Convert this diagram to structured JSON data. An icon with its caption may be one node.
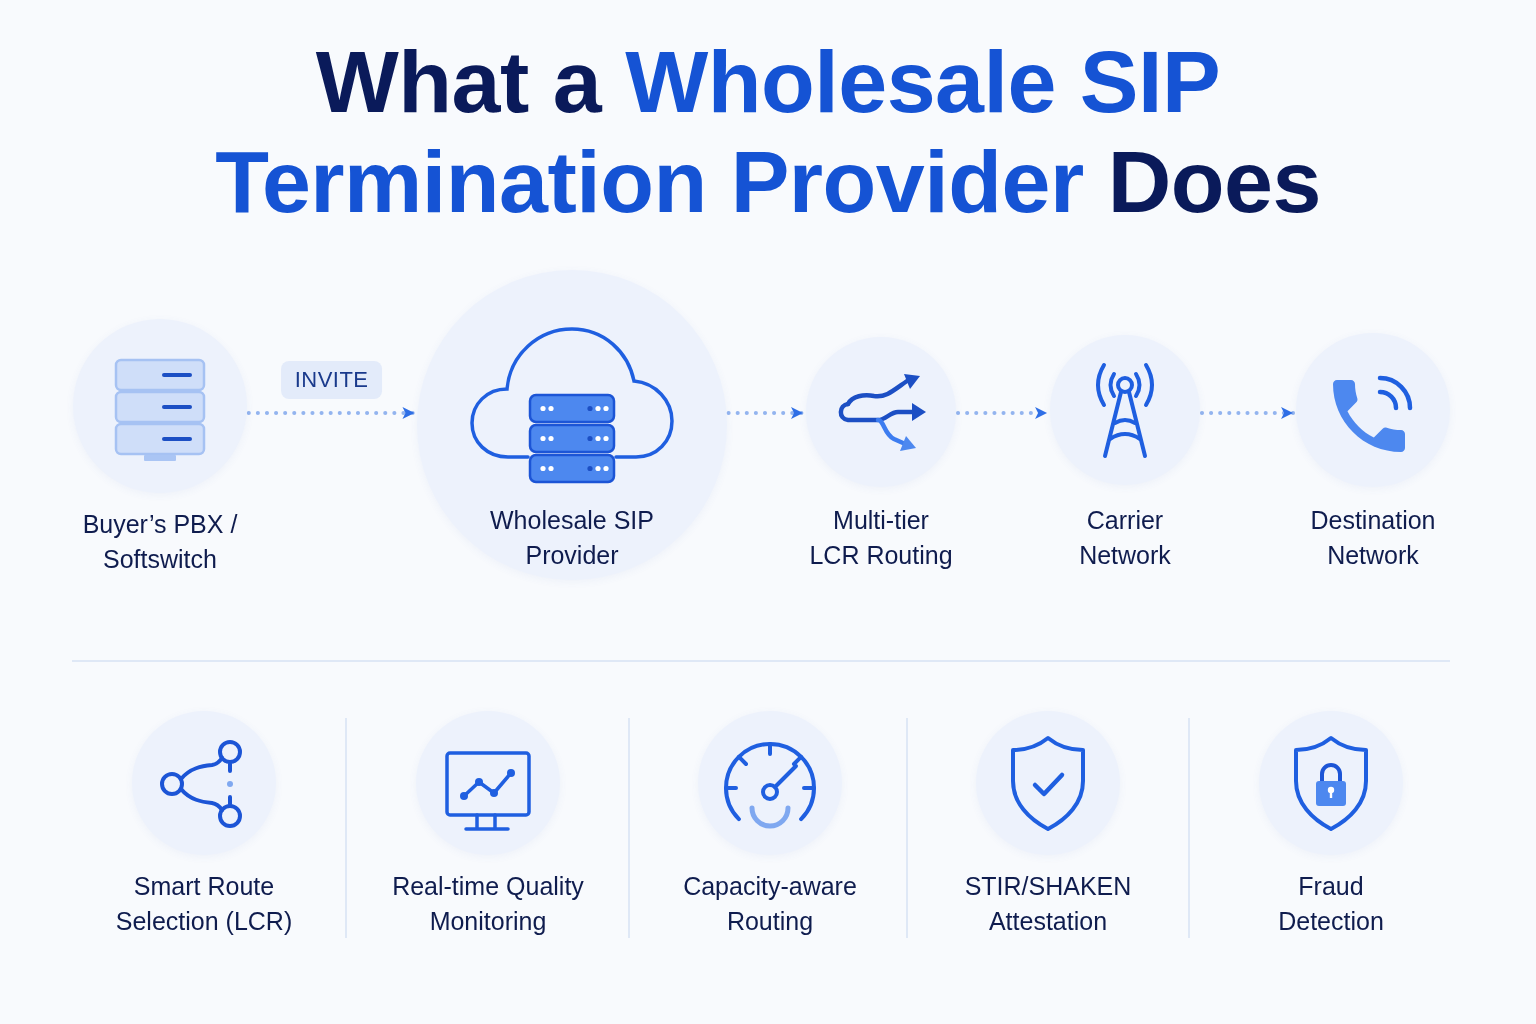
{
  "diagram": {
    "title": "What a **Wholesale SIP Termination Provider** Does",
    "nodes": [
      {
        "text": [
          "Buyer’s PBX / Softswitch"
        ]
      },
      {
        "text": [
          "Wholesale SIP Provider"
        ]
      },
      {
        "text": [
          "Multi-tier LCR Routing"
        ]
      },
      {
        "text": [
          "Carrier Network"
        ]
      },
      {
        "text": [
          "Destination Network"
        ]
      },
      {
        "text": [
          "Smart Route Selection (LCR)"
        ]
      },
      {
        "text": [
          "Real-time Quality Monitoring"
        ]
      },
      {
        "text": [
          "Capacity-aware Routing"
        ]
      },
      {
        "text": [
          "STIR/SHAKEN Attestation"
        ]
      },
      {
        "text": [
          "Fraud Detection"
        ]
      }
    ],
    "edges": [
      {
        "from": 0,
        "to": 1,
        "arrow": "to",
        "label": "INVITE"
      },
      {
        "from": 1,
        "to": 2,
        "arrow": "to"
      },
      {
        "from": 2,
        "to": 3,
        "arrow": "to"
      },
      {
        "from": 3,
        "to": 4,
        "arrow": "to"
      }
    ]
  }
}
